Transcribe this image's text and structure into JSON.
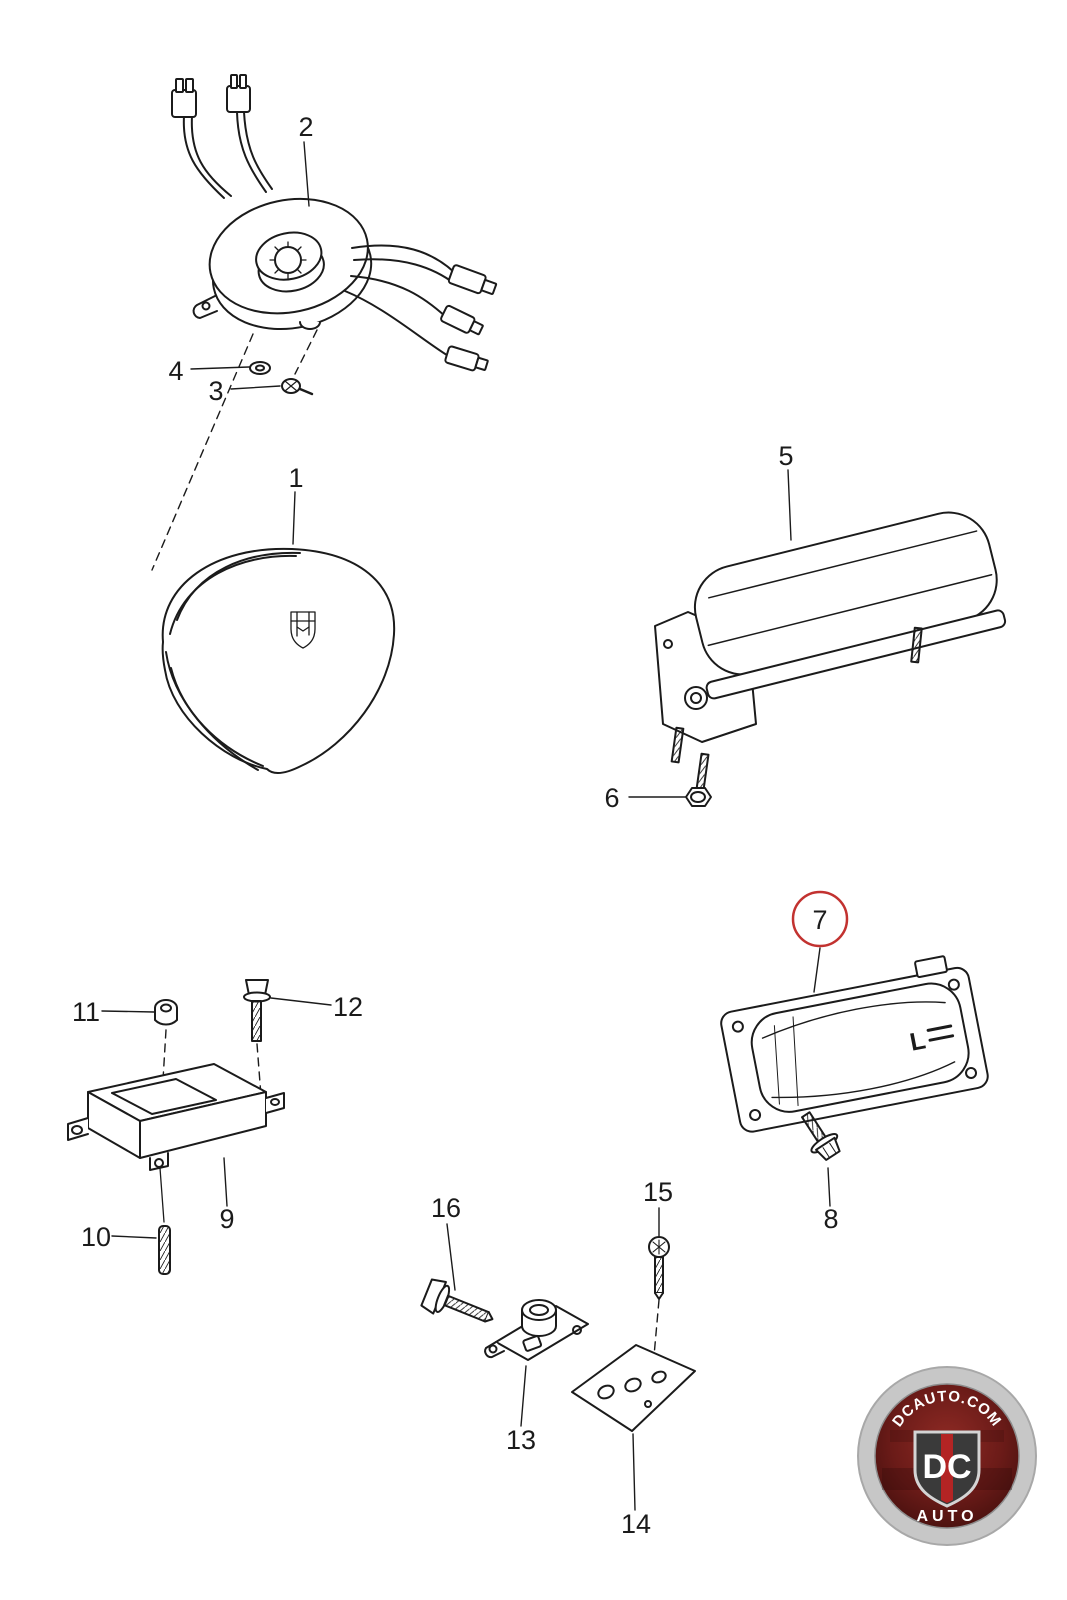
{
  "diagram": {
    "callouts": [
      {
        "num": "1"
      },
      {
        "num": "2"
      },
      {
        "num": "3"
      },
      {
        "num": "4"
      },
      {
        "num": "5"
      },
      {
        "num": "6"
      },
      {
        "num": "7",
        "highlighted": true
      },
      {
        "num": "8"
      },
      {
        "num": "9"
      },
      {
        "num": "10"
      },
      {
        "num": "11"
      },
      {
        "num": "12"
      },
      {
        "num": "13"
      },
      {
        "num": "14"
      },
      {
        "num": "15"
      },
      {
        "num": "16"
      }
    ],
    "part_marking": "L"
  },
  "watermark": {
    "arc_text": "DCAUTO.COM",
    "shield_text": "DC",
    "band_text": "AUTO"
  },
  "colors": {
    "highlight_circle": "#c23230",
    "line_color": "#1b1b1b",
    "logo_ring": "#c7c7c7",
    "logo_disc_dark": "#4a100e"
  }
}
